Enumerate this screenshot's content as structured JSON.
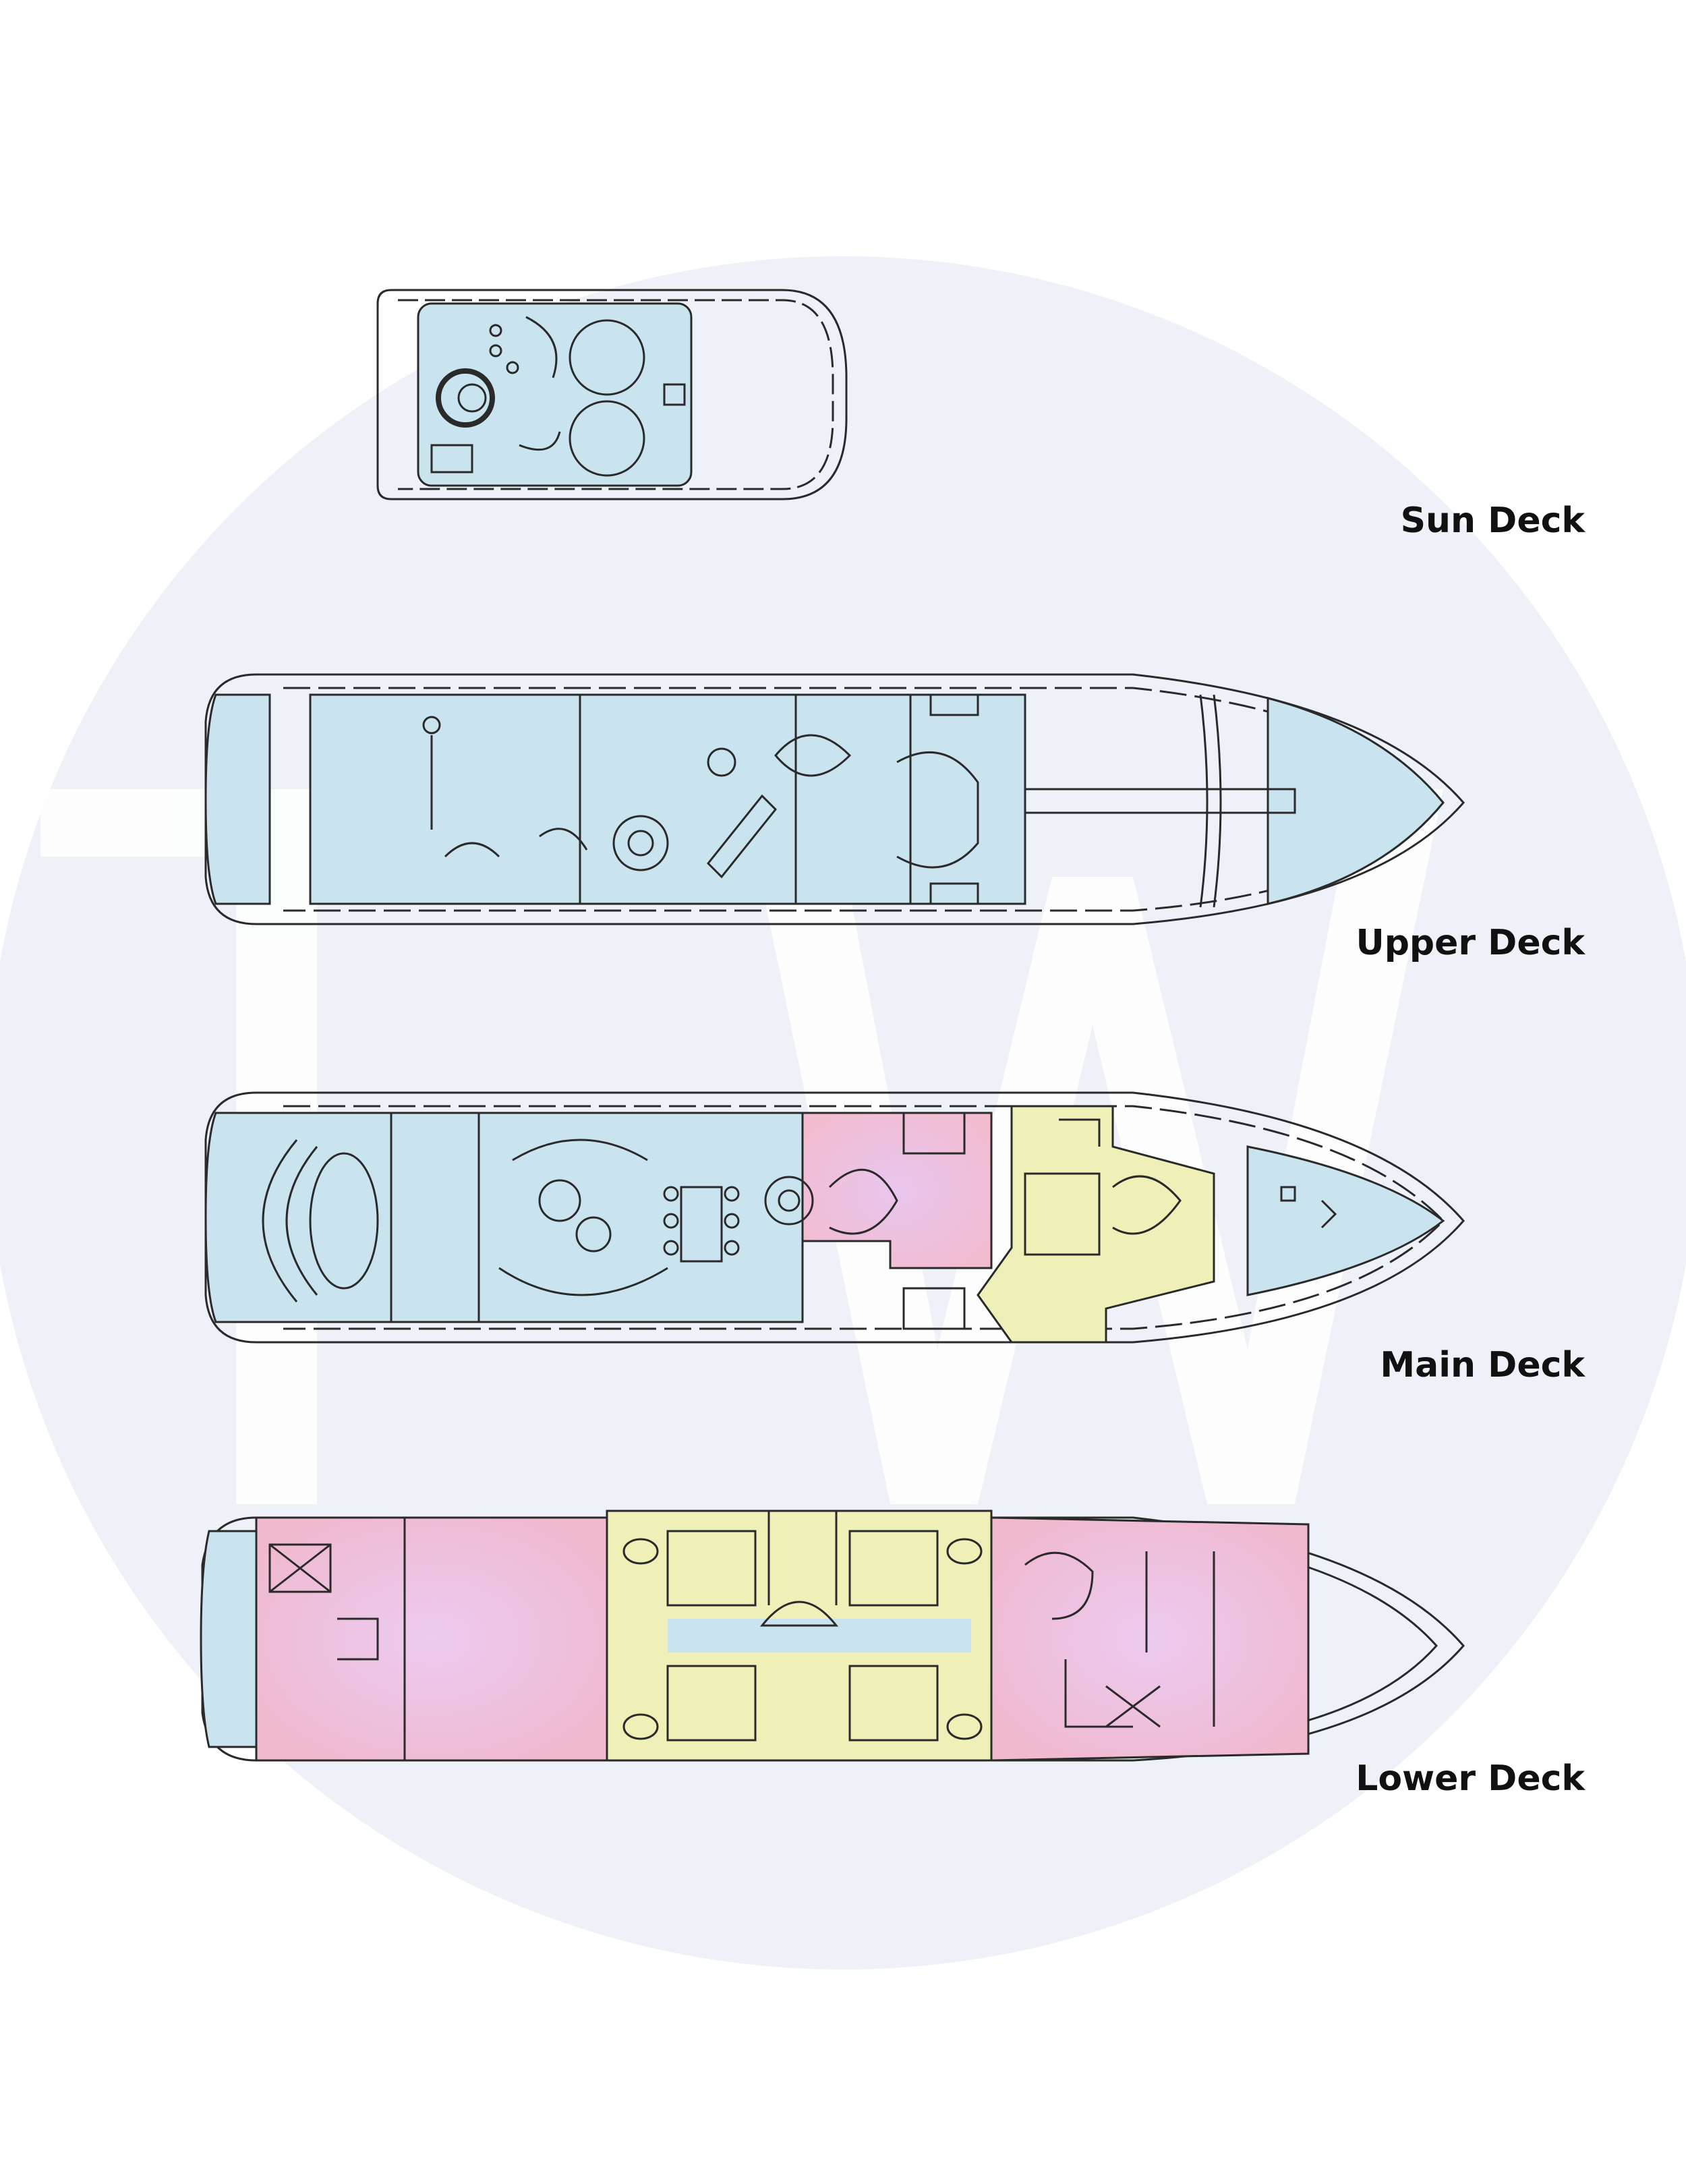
{
  "watermark": {
    "text": "TW"
  },
  "decks": [
    {
      "id": "sun",
      "label": "Sun Deck"
    },
    {
      "id": "upper",
      "label": "Upper Deck"
    },
    {
      "id": "main",
      "label": "Main Deck"
    },
    {
      "id": "lower",
      "label": "Lower Deck"
    }
  ],
  "colors": {
    "watermark_circle": "#eef2f8",
    "watermark_letters": "#ffffff",
    "blue_zone": "#c9e3ef",
    "pink_zone": "#f1bfd6",
    "yellow_zone": "#eef0b8",
    "outline": "#2a2a2a"
  }
}
